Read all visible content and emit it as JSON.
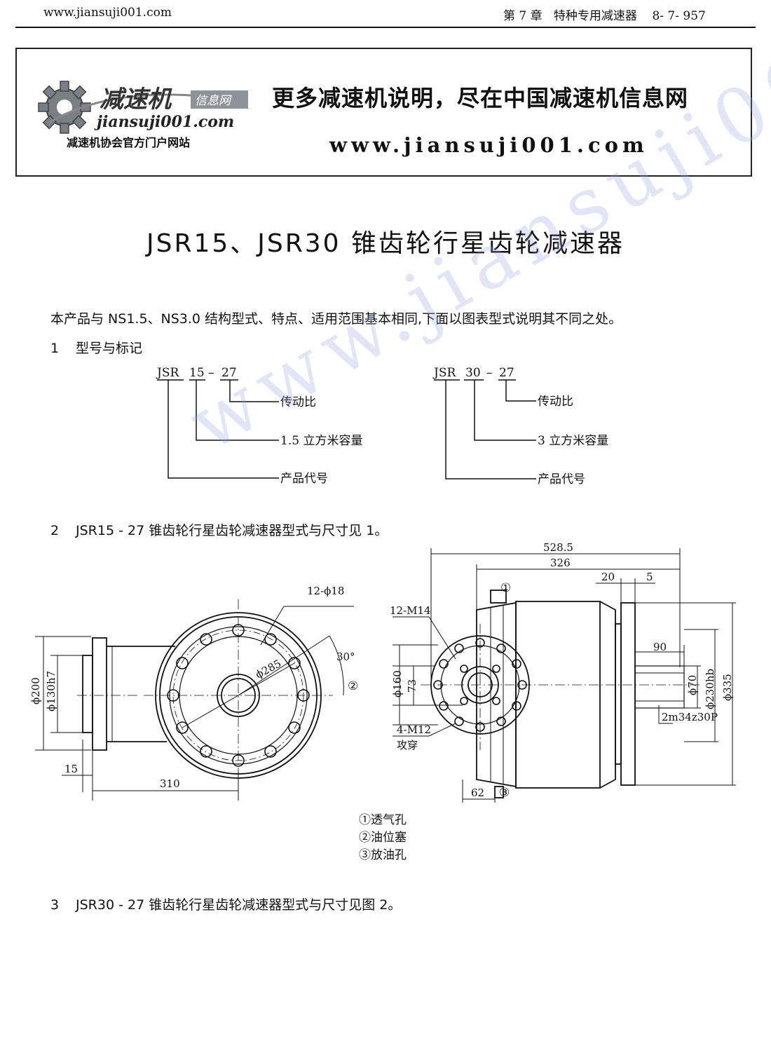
{
  "header": {
    "url": "www.jiansuji001.com",
    "chapter": "第 7 章   特种专用减速器    8- 7- 957"
  },
  "banner": {
    "logo_text": "减速机",
    "logo_tag": "信息网",
    "logo_url": "jiansuji001.com",
    "logo_subtitle": "减速机协会官方门户网站",
    "title": "更多减速机说明，尽在中国减速机信息网",
    "url": "www.jiansuji001.com"
  },
  "doc": {
    "title": "JSR15、JSR30 锥齿轮行星齿轮减速器",
    "intro": "本产品与 NS1.5、NS3.0 结构型式、特点、适用范围基本相同,下面以图表型式说明其不同之处。",
    "sections": [
      {
        "num": "1",
        "text": "型号与标记"
      },
      {
        "num": "2",
        "text": "JSR15 - 27 锥齿轮行星齿轮减速器型式与尺寸见 1。"
      },
      {
        "num": "3",
        "text": "JSR30 - 27 锥齿轮行星齿轮减速器型式与尺寸见图 2。"
      }
    ]
  },
  "model_a": {
    "prefix": "JSR",
    "volume_code": "15",
    "dash": "–",
    "ratio_code": "27",
    "label_ratio": "传动比",
    "label_volume": "1.5 立方米容量",
    "label_product": "产品代号"
  },
  "model_b": {
    "prefix": "JSR",
    "volume_code": "30",
    "dash": "–",
    "ratio_code": "27",
    "label_ratio": "传动比",
    "label_volume": "3 立方米容量",
    "label_product": "产品代号"
  },
  "drawing_left": {
    "holes": "12-ϕ18",
    "d285": "ϕ285",
    "angle": "30°",
    "mark2": "②",
    "d200": "ϕ200",
    "d130": "ϕ130h7",
    "w15": "15",
    "w310": "310"
  },
  "drawing_right": {
    "l528": "528.5",
    "l326": "326",
    "l20": "20",
    "l5": "5",
    "mark1": "①",
    "m14": "12-M14",
    "d160": "ϕ160",
    "d73": "73",
    "l90": "90",
    "d70": "ϕ70",
    "d230": "ϕ230hb",
    "d335": "ϕ335",
    "spline": "2m34z30P",
    "m12": "4-M12",
    "through": "攻穿",
    "l62": "62",
    "mark3": "③"
  },
  "legend": [
    "①透气孔",
    "②油位塞",
    "③放油孔"
  ],
  "watermark": "www.jiansuji001.com"
}
